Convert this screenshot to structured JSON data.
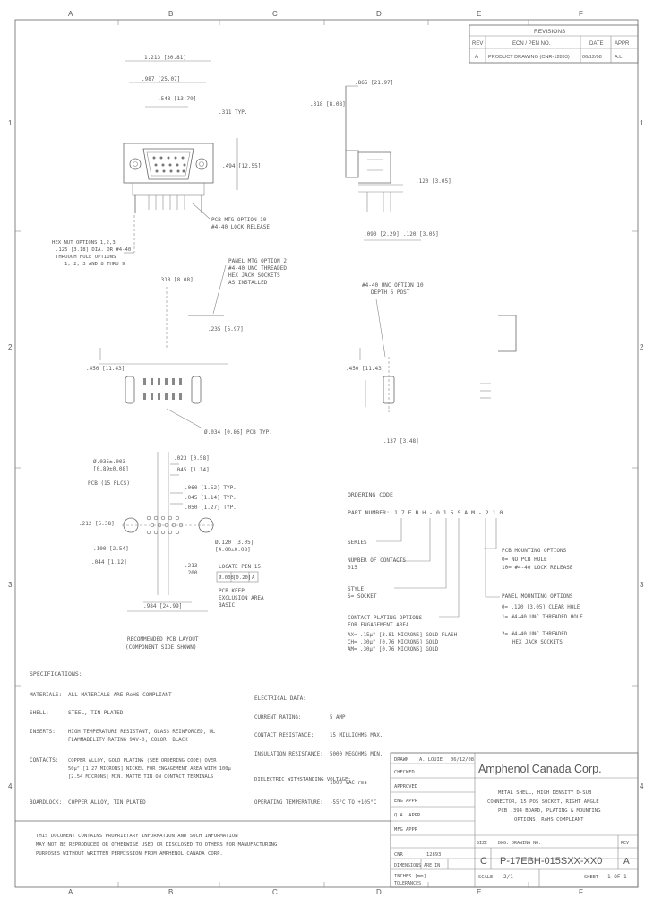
{
  "zones_top": [
    "A",
    "B",
    "C",
    "D",
    "E",
    "F"
  ],
  "zones_bottom": [
    "A",
    "B",
    "C",
    "D",
    "E",
    "F"
  ],
  "zones_left": [
    "1",
    "2",
    "3",
    "4"
  ],
  "zones_right": [
    "1",
    "2",
    "3",
    "4"
  ],
  "revisions": {
    "title": "REVISIONS",
    "headers": [
      "REV",
      "ECN / PEN NO.",
      "DATE",
      "APPR"
    ],
    "rows": [
      [
        "A",
        "PRODUCT DRAWING (CNR-12893)",
        "06/12/08",
        "A.L."
      ]
    ]
  },
  "front_view": {
    "dim_overall": "1.213 [30.81]",
    "dim_shell": ".987 [25.07]",
    "dim_center": ".543 [13.79]",
    "dim_pin": ".311 TYP.",
    "dim_height": ".494 [12.55]",
    "pcb_note": [
      "PCB MTG OPTION 10",
      "#4-40 LOCK RELEASE"
    ],
    "hole_note": [
      "HEX NUT OPTIONS 1,2,3",
      ".125 [3.18] DIA. OR #4-40",
      "THROUGH HOLE OPTIONS",
      "1, 2, 3 AND 8 THRU 9"
    ],
    "panel_note": [
      "PANEL MTG OPTION 2",
      "#4-40 UNC THREADED",
      "HEX JACK SOCKETS",
      "AS INSTALLED"
    ],
    "dim_offset": ".318 [8.08]",
    "dim_stack": ".235 [5.97]",
    "dim_depth": ".450 [11.43]",
    "dim_pcb": "Ø.034 [0.86] PCB TYP."
  },
  "side_view": {
    "dim_top": ".865 [21.97]",
    "dim_left": ".318 [8.08]",
    "dim_right": ".120 [3.05]",
    "dim_pitch_a": ".090 [2.29]",
    "dim_pitch_b": ".120 [3.05]",
    "panel_note": [
      "#4-40 UNC OPTION 10",
      "DEPTH 6 POST"
    ],
    "dim_depth": ".450 [11.43]",
    "dim_tail": ".137 [3.48]"
  },
  "pcb_layout": {
    "hole_note": [
      "Ø.035±.003",
      "[0.89±0.08]",
      "PCB (15 PLCS)"
    ],
    "dims": [
      ".023 [0.58]",
      ".045 [1.14]",
      ".060 [1.52] TYP.",
      ".045 [1.14] TYP.",
      ".050 [1.27] TYP.",
      ".212 [5.38]",
      ".100 [2.54]",
      ".044 [1.12]"
    ],
    "dim_center": "Ø.120 [3.05]",
    "dim_center_b": "[4.00±0.08]",
    "dim_row_a": ".213",
    "dim_row_b": ".200",
    "dim_width": ".984 [24.99]",
    "loc_label": "LOCATE PIN 15",
    "loc_box": [
      "Ø.008",
      "[0.20]",
      "A"
    ],
    "loc_note": [
      "PCB KEEP",
      "EXCLUSION AREA",
      "BASIC"
    ],
    "caption": [
      "RECOMMENDED PCB LAYOUT",
      "(COMPONENT SIDE SHOWN)"
    ]
  },
  "ordering": {
    "title": "ORDERING CODE",
    "part_label": "PART NUMBER:",
    "part_code": "1 7 E B H - 0 1 5 S A M - 2 1 0",
    "series_label": "SERIES",
    "contacts_label": [
      "NUMBER OF CONTACTS",
      "015"
    ],
    "style_label": [
      "STYLE",
      "S= SOCKET"
    ],
    "plating_title": [
      "CONTACT PLATING OPTIONS",
      "FOR ENGAGEMENT AREA"
    ],
    "plating_rows": [
      "AX= .15μ\" [3.81 MICRONS] GOLD FLASH",
      "CH= .30μ\" [0.76 MICRONS] GOLD",
      "AM= .30μ\" [0.76 MICRONS] GOLD"
    ],
    "pcb_title": "PCB MOUNTING OPTIONS",
    "pcb_rows": [
      "0= NO PCB HOLE",
      "10= #4-40 LOCK RELEASE"
    ],
    "panel_title": "PANEL MOUNTING OPTIONS",
    "panel_rows": [
      "0= .120 [3.05] CLEAR HOLE",
      "1= #4-40 UNC THREADED HOLE",
      "2= #4-40 UNC THREADED",
      "HEX JACK SOCKETS"
    ]
  },
  "specs": {
    "title": "SPECIFICATIONS:",
    "rows": [
      {
        "label": "MATERIALS:",
        "text": [
          "ALL MATERIALS ARE RoHS COMPLIANT"
        ]
      },
      {
        "label": "SHELL:",
        "text": [
          "STEEL, TIN PLATED"
        ]
      },
      {
        "label": "INSERTS:",
        "text": [
          "HIGH TEMPERATURE RESISTANT, GLASS REINFORCED, UL",
          "FLAMMABILITY RATING 94V-0, COLOR: BLACK"
        ]
      },
      {
        "label": "CONTACTS:",
        "text": [
          "COPPER ALLOY, GOLD PLATING (SEE ORDERING CODE) OVER",
          "50μ\" [1.27 MICRONS] NICKEL FOR ENGAGEMENT AREA WITH 100μ",
          "[2.54 MICRONS] MIN. MATTE TIN ON CONTACT TERMINALS"
        ]
      },
      {
        "label": "BOARDLOCK:",
        "text": [
          "COPPER ALLOY, TIN PLATED"
        ]
      }
    ],
    "elec_title": "ELECTRICAL DATA:",
    "elec_rows": [
      [
        "CURRENT RATING:",
        "5 AMP"
      ],
      [
        "CONTACT RESISTANCE:",
        "15 MILLIOHMS MAX."
      ],
      [
        "INSULATION RESISTANCE:",
        "5000 MEGOHMS MIN."
      ],
      [
        "DIELECTRIC WITHSTANDING VOLTAGE:",
        "1000 VAC rms"
      ],
      [
        "OPERATING TEMPERATURE:",
        "-55°C TO +105°C"
      ]
    ]
  },
  "title_block": {
    "company": "Amphenol Canada Corp.",
    "title": [
      "METAL SHELL, HIGH DENSITY D-SUB",
      "CONNECTOR, 15 POS SOCKET, RIGHT ANGLE",
      "PCB .394 BOARD, PLATING & MOUNTING",
      "OPTIONS, RoHS COMPLIANT"
    ],
    "drawn": "A. LOUIE",
    "drawn_date": "06/12/08",
    "checked": "CHECKED",
    "approved": "APPROVED",
    "eng_appr": "ENG APPR",
    "qa_appr": "Q.A. APPR",
    "mfg_appr": "MFG APPR",
    "dwg_label": "DWG. DRAWING NO.",
    "size": "C",
    "part_number": "P-17EBH-015SXX-XX0",
    "rev_label": "REV",
    "rev": "A",
    "cnr_label": "CNR",
    "cnr": "12893",
    "units_label": "DIMENSIONS ARE IN",
    "units": "INCHES [mm]",
    "tol_label": "TOLERANCES",
    "scale_label": "SCALE",
    "scale": "2/1",
    "sheet_label": "SHEET",
    "sheet": "1 OF 1"
  },
  "proprietary_note": [
    "THIS DOCUMENT CONTAINS PROPRIETARY INFORMATION AND SUCH INFORMATION",
    "MAY NOT BE REPRODUCED OR OTHERWISE USED OR DISCLOSED TO OTHERS FOR MANUFACTURING",
    "PURPOSES WITHOUT WRITTEN PERMISSION FROM AMPHENOL CANADA CORP."
  ]
}
